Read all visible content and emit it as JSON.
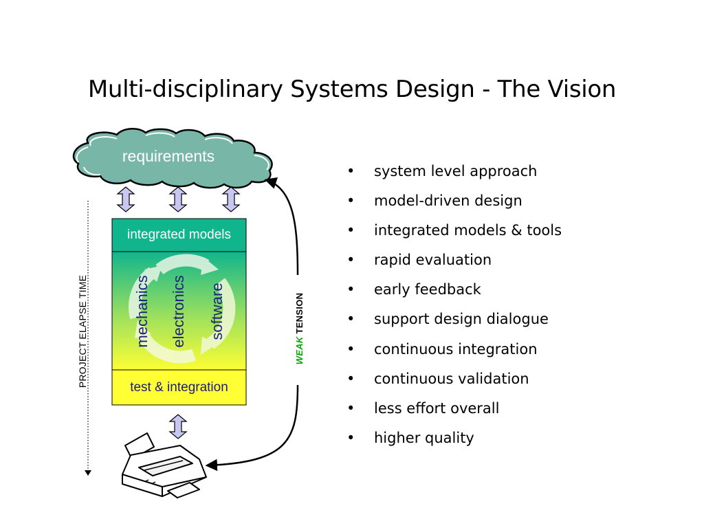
{
  "title": "Multi-disciplinary Systems Design - The Vision",
  "diagram": {
    "cloud_label": "requirements",
    "top_box_label": "integrated models",
    "disciplines": [
      "mechanics",
      "electronics",
      "software"
    ],
    "bottom_box_label": "test & integration",
    "time_axis_label": "PROJECT ELAPSE TIME",
    "tension_weak": "WEAK",
    "tension_word": "TENSION",
    "colors": {
      "cloud_fill": "#78b7a8",
      "box_top": "#11b58d",
      "box_bottom": "#ffff33",
      "double_arrow_fill": "#c7c7f2",
      "weak": "#00aa00"
    },
    "printer_icon": "printer-icon"
  },
  "bullets": [
    "system level approach",
    "model-driven design",
    "integrated models & tools",
    "rapid evaluation",
    "early feedback",
    "support design dialogue",
    "continuous integration",
    "continuous validation",
    "less effort overall",
    "higher quality"
  ],
  "bullet_symbol": "•"
}
